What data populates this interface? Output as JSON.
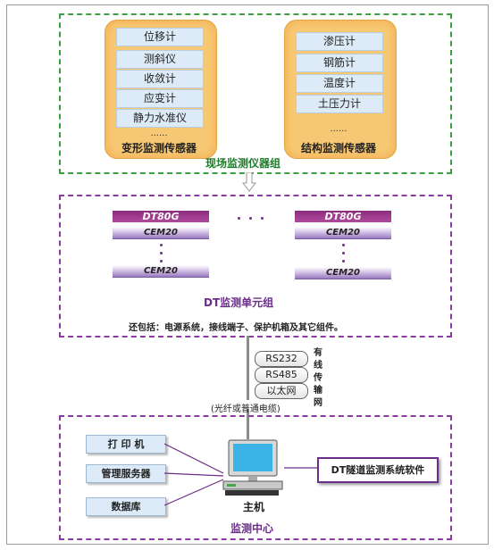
{
  "site_group": {
    "title": "现场监测仪器组",
    "deformation": {
      "items": [
        "位移计",
        "测斜仪",
        "收敛计",
        "应变计",
        "静力水准仪"
      ],
      "ellipsis": "......",
      "label": "变形监测传感器"
    },
    "structural": {
      "items": [
        "渗压计",
        "钢筋计",
        "温度计",
        "土压力计"
      ],
      "ellipsis": "......",
      "label": "结构监测传感器"
    }
  },
  "dt_group": {
    "title": "DT监测单元组",
    "unit_left": {
      "dt_label": "DT80G",
      "cem_top": "CEM20",
      "cem_bottom": "CEM20"
    },
    "unit_right": {
      "dt_label": "DT80G",
      "cem_top": "CEM20",
      "cem_bottom": "CEM20"
    },
    "note": "还包括：电源系统，接线端子、保护机箱及其它组件。"
  },
  "network": {
    "protocols": [
      "RS232",
      "RS485",
      "以太网"
    ],
    "side_label": [
      "有",
      "线",
      "传",
      "输",
      "网"
    ],
    "cable_note": "(光纤或普通电缆)"
  },
  "center": {
    "title": "监测中心",
    "devices": [
      "打 印 机",
      "管理服务器",
      "数据库"
    ],
    "host_label": "主机",
    "software_label": "DT隧道监测系统软件"
  },
  "colors": {
    "green_dash": "#3aa040",
    "purple_dash": "#8a3aa0",
    "sensor_box": "#f7c873",
    "item_bg": "#dcebf7"
  }
}
